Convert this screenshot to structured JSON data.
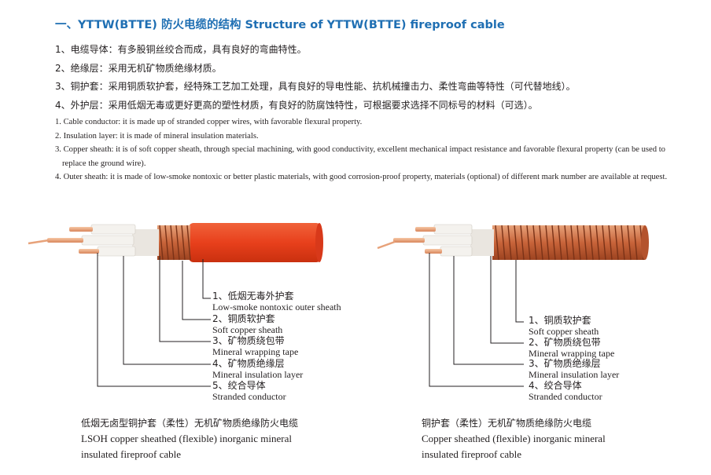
{
  "title": "一、YTTW(BTTE) 防火电缆的结构  Structure of YTTW(BTTE) fireproof cable",
  "cn_items": [
    "1、电缆导体：有多股铜丝绞合而成，具有良好的弯曲特性。",
    "2、绝缘层：采用无机矿物质绝缘材质。",
    "3、铜护套：采用铜质软护套，经特殊工艺加工处理，具有良好的导电性能、抗机械撞击力、柔性弯曲等特性（可代替地线）。",
    "4、外护层：采用低烟无毒或更好更高的塑性材质，有良好的防腐蚀特性，可根据要求选择不同标号的材料（可选）。"
  ],
  "en_items": [
    "1. Cable conductor: it is made up of stranded copper wires, with favorable flexural property.",
    "2. Insulation layer: it is made of mineral insulation materials.",
    "3. Copper sheath: it is of soft copper sheath, through special machining, with good conductivity, excellent mechanical impact resistance and favorable flexural property (can be used to replace the ground wire).",
    "4. Outer sheath: it is made of low-smoke nontoxic or better plastic materials, with good corrosion-proof property, materials (optional) of different mark number are available at request."
  ],
  "left_cable": {
    "labels": [
      {
        "cn": "1、低烟无毒外护套",
        "en": "Low-smoke nontoxic outer sheath"
      },
      {
        "cn": "2、铜质软护套",
        "en": "Soft copper sheath"
      },
      {
        "cn": "3、矿物质绕包带",
        "en": "Mineral wrapping tape"
      },
      {
        "cn": "4、矿物质绝缘层",
        "en": "Mineral insulation layer"
      },
      {
        "cn": "5、绞合导体",
        "en": "Stranded conductor"
      }
    ],
    "caption_cn": "低烟无卤型铜护套（柔性）无机矿物质绝缘防火电缆",
    "caption_en1": "LSOH copper sheathed (flexible) inorganic mineral",
    "caption_en2": "insulated fireproof cable"
  },
  "right_cable": {
    "labels": [
      {
        "cn": "1、铜质软护套",
        "en": "Soft copper sheath"
      },
      {
        "cn": "2、矿物质绕包带",
        "en": "Mineral wrapping tape"
      },
      {
        "cn": "3、矿物质绝缘层",
        "en": "Mineral insulation layer"
      },
      {
        "cn": "4、绞合导体",
        "en": "Stranded conductor"
      }
    ],
    "caption_cn": "铜护套（柔性）无机矿物质绝缘防火电缆",
    "caption_en1": "Copper sheathed (flexible) inorganic mineral",
    "caption_en2": "insulated fireproof cable"
  },
  "colors": {
    "title": "#1f6fb3",
    "outer_sheath": "#e8401c",
    "copper": "#c8643a",
    "wire": "#f2b08a"
  }
}
